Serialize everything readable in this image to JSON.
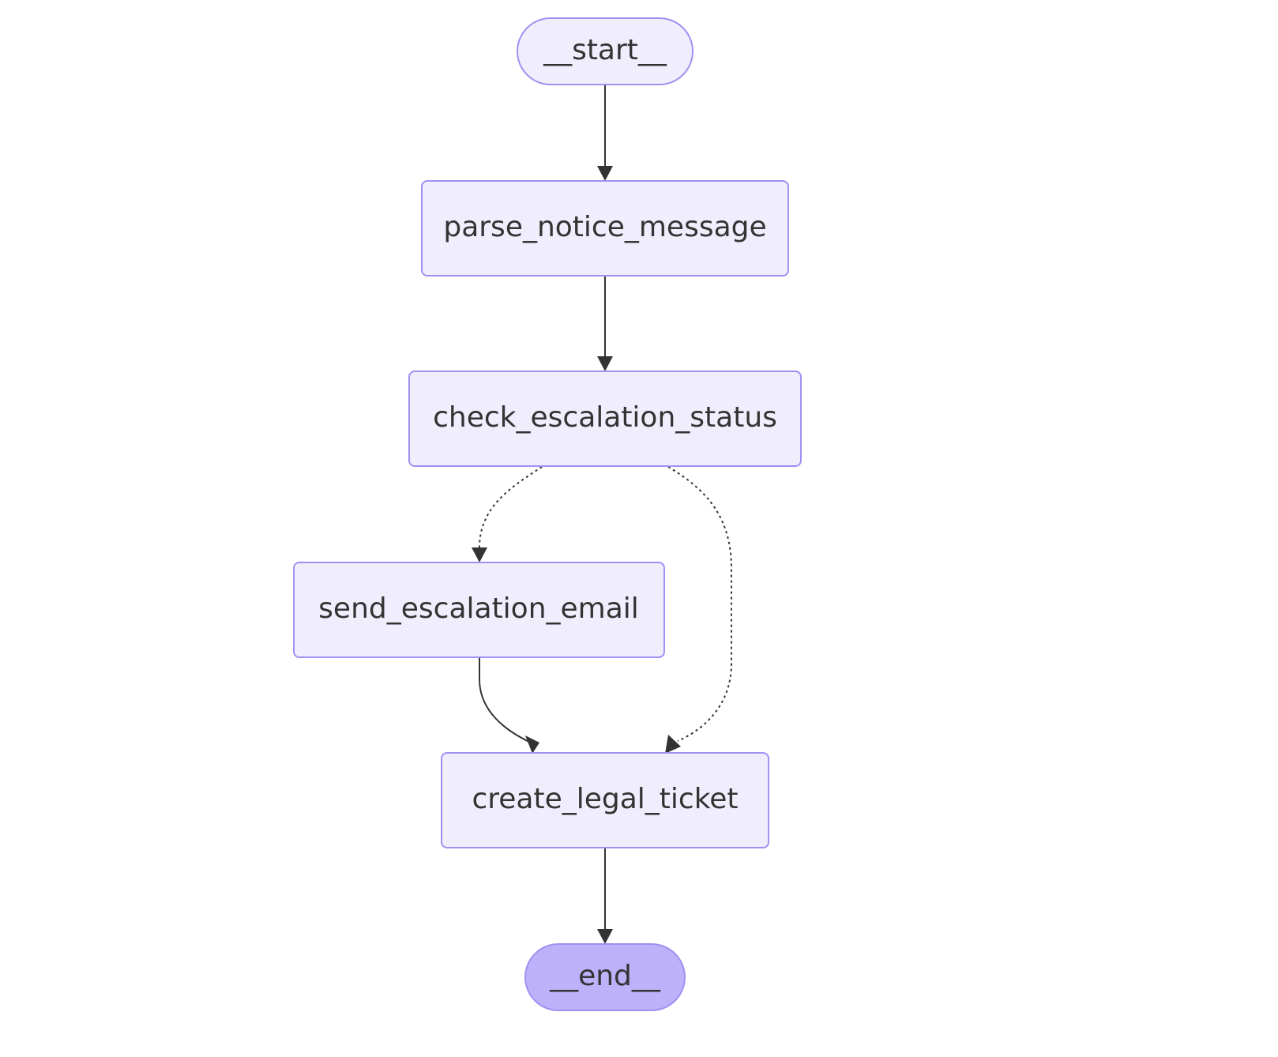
{
  "diagram": {
    "type": "flowchart",
    "nodes": {
      "start": {
        "label": "__start__",
        "kind": "terminal"
      },
      "parse": {
        "label": "parse_notice_message",
        "kind": "step"
      },
      "check": {
        "label": "check_escalation_status",
        "kind": "step"
      },
      "email": {
        "label": "send_escalation_email",
        "kind": "step"
      },
      "ticket": {
        "label": "create_legal_ticket",
        "kind": "step"
      },
      "end": {
        "label": "__end__",
        "kind": "terminal"
      }
    },
    "edges": [
      {
        "from": "__start__",
        "to": "parse_notice_message",
        "style": "solid"
      },
      {
        "from": "parse_notice_message",
        "to": "check_escalation_status",
        "style": "solid"
      },
      {
        "from": "check_escalation_status",
        "to": "send_escalation_email",
        "style": "dashed"
      },
      {
        "from": "check_escalation_status",
        "to": "create_legal_ticket",
        "style": "dashed"
      },
      {
        "from": "send_escalation_email",
        "to": "create_legal_ticket",
        "style": "solid"
      },
      {
        "from": "create_legal_ticket",
        "to": "__end__",
        "style": "solid"
      }
    ],
    "colors": {
      "node_fill": "#f0eefd",
      "node_stroke": "#a28ff2",
      "end_fill": "#bdb1fa",
      "edge": "#333333",
      "text": "#333333"
    }
  }
}
